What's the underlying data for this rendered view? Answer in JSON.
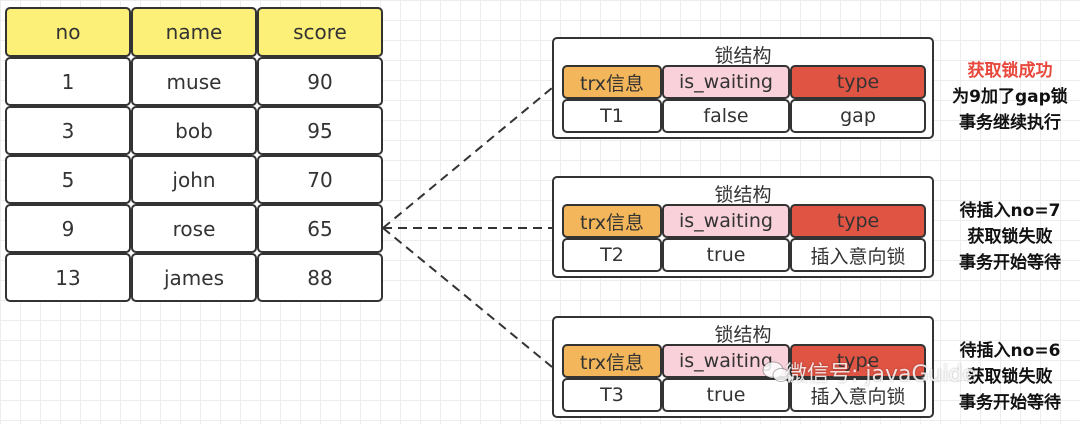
{
  "table": {
    "headers": [
      "no",
      "name",
      "score"
    ],
    "rows": [
      [
        "1",
        "muse",
        "90"
      ],
      [
        "3",
        "bob",
        "95"
      ],
      [
        "5",
        "john",
        "70"
      ],
      [
        "9",
        "rose",
        "65"
      ],
      [
        "13",
        "james",
        "88"
      ]
    ]
  },
  "locks": [
    {
      "title": "锁结构",
      "cols": [
        "trx信息",
        "is_waiting",
        "type"
      ],
      "vals": [
        "T1",
        "false",
        "gap"
      ],
      "note": [
        "获取锁成功",
        "为9加了gap锁",
        "事务继续执行"
      ]
    },
    {
      "title": "锁结构",
      "cols": [
        "trx信息",
        "is_waiting",
        "type"
      ],
      "vals": [
        "T2",
        "true",
        "插入意向锁"
      ],
      "note": [
        "待插入no=7",
        "获取锁失败",
        "事务开始等待"
      ]
    },
    {
      "title": "锁结构",
      "cols": [
        "trx信息",
        "is_waiting",
        "type"
      ],
      "vals": [
        "T3",
        "true",
        "插入意向锁"
      ],
      "note": [
        "待插入no=6",
        "获取锁失败",
        "事务开始等待"
      ]
    }
  ],
  "watermark": "微信号: javaGuide",
  "colors": {
    "header": "#fdf079",
    "trx": "#f3b65a",
    "is_waiting": "#f9d1da",
    "type": "#e05444",
    "success_note": "#e8483c"
  }
}
